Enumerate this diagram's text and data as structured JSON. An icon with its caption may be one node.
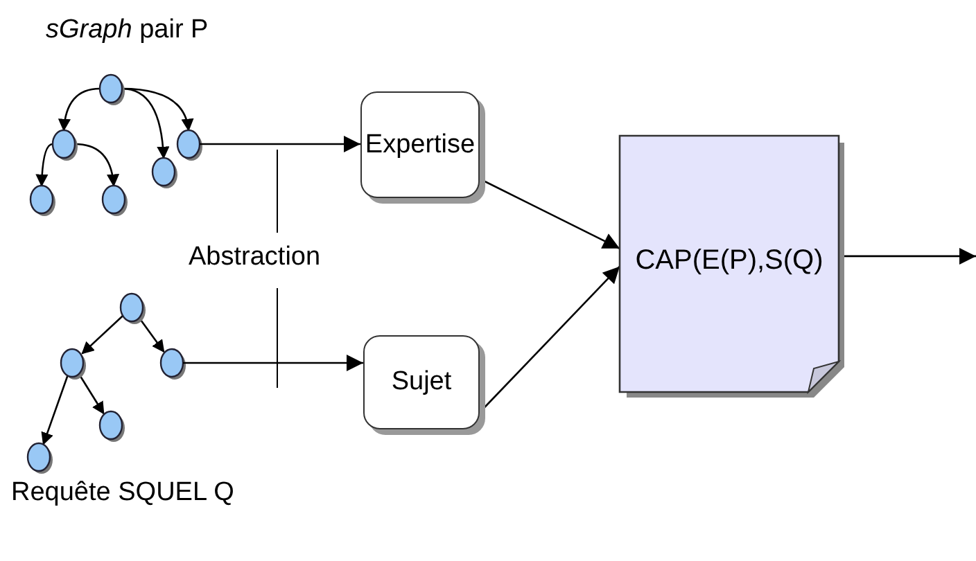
{
  "diagram": {
    "nodes": [
      {
        "text": [
          "*sGraph* pair P"
        ]
      },
      {
        "text": [
          "Requête SQUEL Q"
        ]
      },
      {
        "text": [
          "Expertise"
        ]
      },
      {
        "text": [
          "Sujet"
        ]
      },
      {
        "text": [
          "CAP(E(P),S(Q)"
        ]
      }
    ],
    "edges": [
      {
        "from": 0,
        "to": 2,
        "arrow": "to"
      },
      {
        "from": 1,
        "to": 3,
        "arrow": "to"
      },
      {
        "from": 2,
        "to": 4,
        "arrow": "to"
      },
      {
        "from": 3,
        "to": 4,
        "arrow": "to"
      },
      {
        "from": 4,
        "to": null,
        "arrow": "to"
      }
    ],
    "labels": [
      "Abstraction"
    ]
  }
}
